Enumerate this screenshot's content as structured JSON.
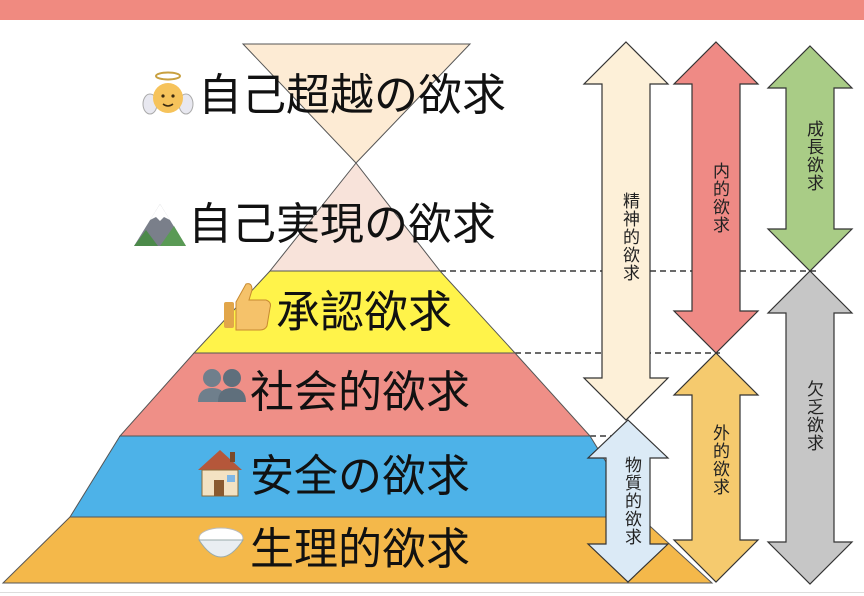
{
  "tiers": [
    {
      "id": "self-transcendence",
      "label": "自己超越の欲求",
      "icon": "angel-baby-icon",
      "color": "#fdebd4"
    },
    {
      "id": "self-actualization",
      "label": "自己実現の欲求",
      "icon": "mountain-icon",
      "color": "#f8e3da"
    },
    {
      "id": "esteem",
      "label": "承認欲求",
      "icon": "thumbs-up-icon",
      "color": "#fff34a"
    },
    {
      "id": "social",
      "label": "社会的欲求",
      "icon": "people-silhouette-icon",
      "color": "#ef8f87"
    },
    {
      "id": "safety",
      "label": "安全の欲求",
      "icon": "house-icon",
      "color": "#4db2e8"
    },
    {
      "id": "physiological",
      "label": "生理的欲求",
      "icon": "rice-bowl-icon",
      "color": "#f4b84a"
    }
  ],
  "arrows": {
    "spiritual": {
      "label": "精神的欲求",
      "color": "#fdf0d8"
    },
    "material": {
      "label": "物質的欲求",
      "color": "#dbeaf6"
    },
    "internal": {
      "label": "内的欲求",
      "color": "#ef8a85"
    },
    "external": {
      "label": "外的欲求",
      "color": "#f5ca6e"
    },
    "growth": {
      "label": "成長欲求",
      "color": "#a9cc86"
    },
    "deficiency": {
      "label": "欠乏欲求",
      "color": "#c6c6c6"
    }
  }
}
